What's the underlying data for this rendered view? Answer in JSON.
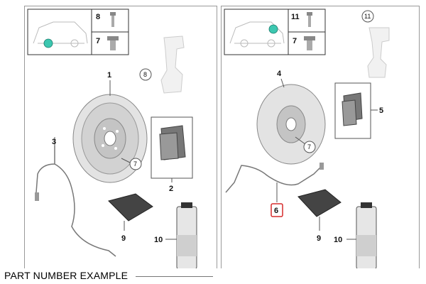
{
  "left_panel": {
    "callouts": {
      "rotor": "1",
      "pads": "2",
      "sensor": "3",
      "bolt_small": "7",
      "bolt_top": "8",
      "caliper_carrier": "8",
      "bolt_pad_box": "7",
      "cloth": "9",
      "spray": "10"
    }
  },
  "right_panel": {
    "callouts": {
      "rotor": "4",
      "pads": "5",
      "sensor": "6",
      "bolt_small": "7",
      "bolt_top": "11",
      "caliper_carrier": "11",
      "cloth": "9",
      "spray": "10"
    }
  },
  "footer": {
    "label": "PART NUMBER EXAMPLE"
  },
  "colors": {
    "highlight": "#d62b2b",
    "location_dot": "#3cc7b0"
  }
}
